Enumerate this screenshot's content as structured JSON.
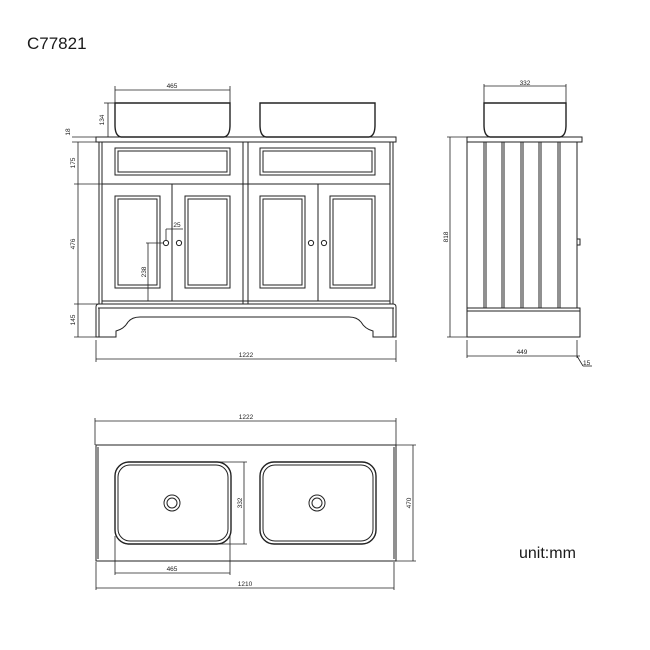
{
  "header": {
    "model_code": "C77821"
  },
  "footer": {
    "unit_label": "unit:mm"
  },
  "front_view": {
    "basin_width": "465",
    "basin_height": "134",
    "top_thickness": "18",
    "drawer_height": "175",
    "door_height": "476",
    "plinth_height": "145",
    "knob_offset": "25",
    "knob_height": "238",
    "overall_width": "1222"
  },
  "side_view": {
    "basin_depth": "332",
    "overall_height": "818",
    "depth": "449",
    "overhang": "15"
  },
  "top_view": {
    "overall_width": "1222",
    "depth": "470",
    "basin_depth": "332",
    "basin_width": "465",
    "body_width": "1210"
  },
  "colors": {
    "line": "#222222",
    "background": "#ffffff"
  }
}
